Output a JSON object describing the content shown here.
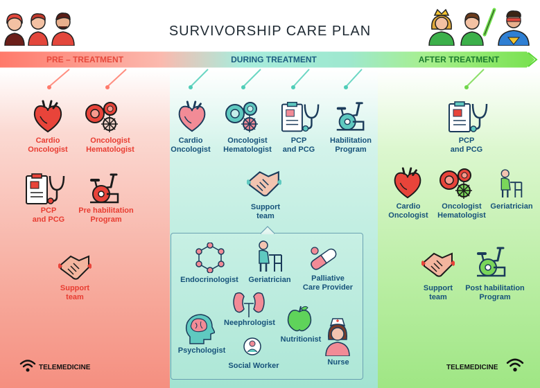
{
  "title": "SURVIVORSHIP CARE PLAN",
  "colors": {
    "pre": "#e6483b",
    "during": "#3cc3ae",
    "after": "#6fd64a",
    "label_blue": "#16527a",
    "label_red": "#e83c31"
  },
  "phases": {
    "pre": {
      "label": "PRE – TREATMENT",
      "items": [
        {
          "label_lines": [
            "Cardio",
            "Oncologist"
          ],
          "icon": "heart-icon"
        },
        {
          "label_lines": [
            "Oncologist",
            "Hematologist"
          ],
          "icon": "cells-icon"
        },
        {
          "label_lines": [
            "PCP",
            "and PCG"
          ],
          "icon": "clipboard-stethoscope-icon"
        },
        {
          "label_lines": [
            "Pre habilitation",
            "Program"
          ],
          "icon": "exercise-bike-icon"
        },
        {
          "label_lines": [
            "Support",
            "team"
          ],
          "icon": "handshake-icon"
        }
      ]
    },
    "during": {
      "label": "DURING TREATMENT",
      "items": [
        {
          "label_lines": [
            "Cardio",
            "Oncologist"
          ],
          "icon": "heart-icon"
        },
        {
          "label_lines": [
            "Oncologist",
            "Hematologist"
          ],
          "icon": "cells-icon"
        },
        {
          "label_lines": [
            "PCP",
            "and PCG"
          ],
          "icon": "clipboard-stethoscope-icon"
        },
        {
          "label_lines": [
            "Habilitation",
            "Program"
          ],
          "icon": "exercise-bike-icon"
        },
        {
          "label_lines": [
            "Support",
            "team"
          ],
          "icon": "handshake-icon"
        }
      ],
      "support_team": [
        {
          "label_lines": [
            "Endocrinologist"
          ],
          "icon": "hormone-molecule-icon"
        },
        {
          "label_lines": [
            "Geriatrician"
          ],
          "icon": "elderly-walker-icon"
        },
        {
          "label_lines": [
            "Palliative",
            "Care Provider"
          ],
          "icon": "pill-capsule-icon"
        },
        {
          "label_lines": [
            "Neephrologist"
          ],
          "icon": "kidneys-icon"
        },
        {
          "label_lines": [
            "Psychologist"
          ],
          "icon": "brain-head-icon"
        },
        {
          "label_lines": [
            "Nutritionist"
          ],
          "icon": "apple-icon"
        },
        {
          "label_lines": [
            "Social Worker"
          ],
          "icon": "social-worker-icon"
        },
        {
          "label_lines": [
            "Nurse"
          ],
          "icon": "nurse-icon"
        }
      ]
    },
    "after": {
      "label": "AFTER  TREATMENT",
      "items": [
        {
          "label_lines": [
            "PCP",
            "and PCG"
          ],
          "icon": "clipboard-stethoscope-icon"
        },
        {
          "label_lines": [
            "Cardio",
            "Oncologist"
          ],
          "icon": "heart-icon"
        },
        {
          "label_lines": [
            "Oncologist",
            "Hematologist"
          ],
          "icon": "cells-icon"
        },
        {
          "label_lines": [
            "Geriatrician"
          ],
          "icon": "elderly-walker-icon"
        },
        {
          "label_lines": [
            "Support",
            "team"
          ],
          "icon": "handshake-icon"
        },
        {
          "label_lines": [
            "Post habilitation",
            "Program"
          ],
          "icon": "exercise-bike-icon"
        }
      ]
    }
  },
  "telemedicine": {
    "left": "TELEMEDICINE",
    "right": "TELEMEDICINE",
    "icon": "wifi-icon"
  },
  "patients": {
    "before": [
      "worried-woman-icon",
      "worried-boy-icon",
      "worried-man-icon"
    ],
    "after": [
      "queen-woman-icon",
      "lightsaber-boy-icon",
      "superhero-man-icon"
    ]
  }
}
